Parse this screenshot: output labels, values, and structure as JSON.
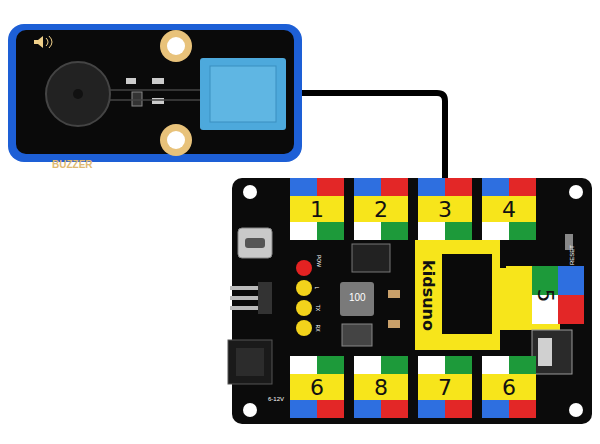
{
  "diagram": {
    "nodes": [
      {
        "text": [
          "BUZZER"
        ]
      },
      {
        "text": [
          "kidsuno"
        ]
      },
      {
        "text": [
          "1"
        ],
        "in": 1
      },
      {
        "text": [
          "2"
        ],
        "in": 1
      },
      {
        "text": [
          "3"
        ],
        "in": 1
      },
      {
        "text": [
          "4"
        ],
        "in": 1
      },
      {
        "text": [
          "5"
        ],
        "in": 1
      },
      {
        "text": [
          "6"
        ],
        "in": 1
      },
      {
        "text": [
          "8"
        ],
        "in": 1
      },
      {
        "text": [
          "7"
        ],
        "in": 1
      },
      {
        "text": [
          "6"
        ],
        "in": 1
      }
    ],
    "edges": [
      {
        "from": 0,
        "to": 4,
        "arrow": "none"
      }
    ],
    "labels": [
      "100",
      "RESET",
      "6-12V",
      "POW",
      "L",
      "TX",
      "RX"
    ]
  }
}
